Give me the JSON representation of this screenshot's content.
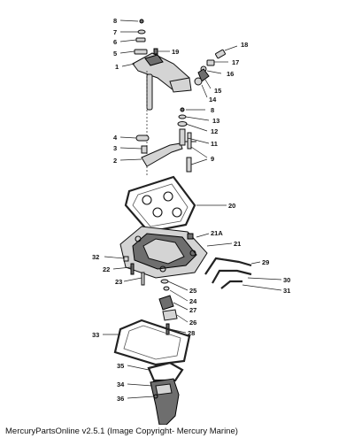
{
  "callouts": {
    "c1": "1",
    "c2": "2",
    "c3": "3",
    "c4": "4",
    "c5": "5",
    "c6": "6",
    "c7": "7",
    "c8a": "8",
    "c8b": "8",
    "c9": "9",
    "c11": "11",
    "c12": "12",
    "c13": "13",
    "c14": "14",
    "c15": "15",
    "c16": "16",
    "c17": "17",
    "c18": "18",
    "c19": "19",
    "c20": "20",
    "c21": "21",
    "c21a": "21A",
    "c22": "22",
    "c23": "23",
    "c24": "24",
    "c25": "25",
    "c26": "26",
    "c27": "27",
    "c28": "28",
    "c29": "29",
    "c30": "30",
    "c31": "31",
    "c32": "32",
    "c33": "33",
    "c34": "34",
    "c35": "35",
    "c36": "36"
  },
  "footer": {
    "text": "MercuryPartsOnline v2.5.1 (Image Copyright- Mercury Marine)"
  }
}
